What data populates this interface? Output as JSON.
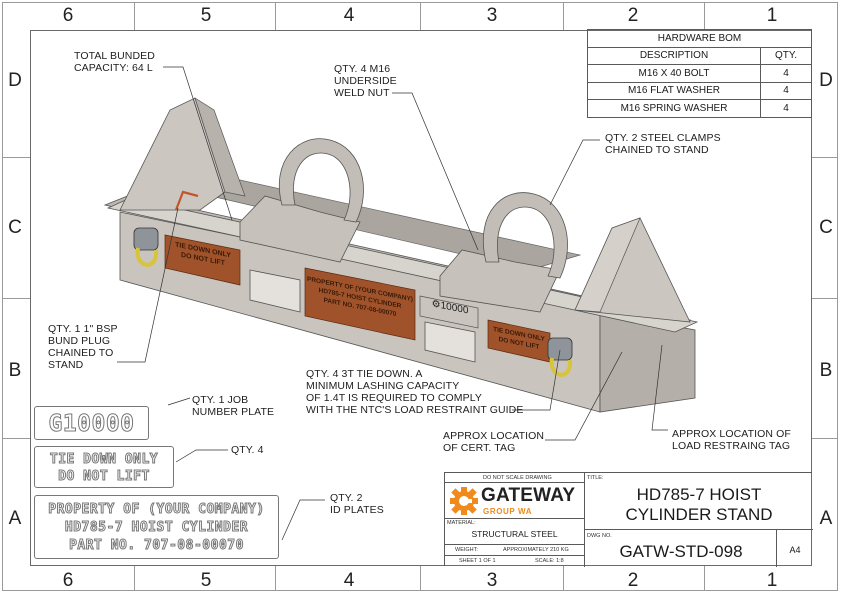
{
  "drawing": {
    "col_labels": [
      "6",
      "5",
      "4",
      "3",
      "2",
      "1"
    ],
    "row_labels": [
      "D",
      "C",
      "B",
      "A"
    ]
  },
  "bom": {
    "title": "HARDWARE BOM",
    "headers": [
      "DESCRIPTION",
      "QTY."
    ],
    "rows": [
      {
        "description": "M16 X 40 BOLT",
        "qty": "4"
      },
      {
        "description": "M16 FLAT WASHER",
        "qty": "4"
      },
      {
        "description": "M16 SPRING WASHER",
        "qty": "4"
      }
    ]
  },
  "callouts": {
    "bund": [
      "TOTAL BUNDED",
      "CAPACITY: 64 L"
    ],
    "weld_nut": [
      "QTY. 4 M16",
      "UNDERSIDE",
      "WELD NUT"
    ],
    "clamps": [
      "QTY. 2 STEEL CLAMPS",
      "CHAINED TO STAND"
    ],
    "bung": [
      "QTY. 1 1\" BSP",
      "BUND PLUG",
      "CHAINED TO",
      "STAND"
    ],
    "tie_down": [
      "QTY. 4 3T TIE DOWN. A",
      "MINIMUM LASHING CAPACITY",
      "OF 1.4T IS REQUIRED TO COMPLY",
      "WITH THE NTC'S LOAD RESTRAINT GUIDE"
    ],
    "job_plate": [
      "QTY. 1 JOB",
      "NUMBER PLATE"
    ],
    "qty4": [
      "QTY. 4"
    ],
    "id_plates": [
      "QTY. 2",
      "ID PLATES"
    ],
    "cert_tag": [
      "APPROX LOCATION",
      "OF CERT. TAG"
    ],
    "restraint_tag": [
      "APPROX LOCATION OF",
      "LOAD RESTRAING TAG"
    ]
  },
  "plates": {
    "job_number": "10000",
    "tie_down": [
      "TIE DOWN ONLY",
      "DO NOT LIFT"
    ],
    "property": [
      "PROPERTY OF (YOUR COMPANY)",
      "HD785-7 HOIST CYLINDER",
      "PART NO. 707-08-00070"
    ]
  },
  "model_labels": {
    "tie_down": [
      "TIE DOWN ONLY",
      "DO NOT LIFT"
    ],
    "property": [
      "PROPERTY OF (YOUR COMPANY)",
      "HD785-7 HOIST CYLINDER",
      "PART NO. 707-08-00070"
    ],
    "job": "10000"
  },
  "title_block": {
    "do_not_scale": "DO NOT SCALE DRAWING",
    "company": "GATEWAY",
    "company_sub": "GROUP WA",
    "title_label": "TITLE:",
    "title_line1": "HD785-7 HOIST",
    "title_line2": "CYLINDER STAND",
    "material_label": "MATERIAL:",
    "material": "STRUCTURAL STEEL",
    "weight_label": "WEIGHT:",
    "weight": "APPROXIMATELY 210 KG",
    "dwg_label": "DWG NO.",
    "dwg_no": "GATW-STD-098",
    "size": "A4",
    "sheet": "SHEET 1 OF 1",
    "scale": "SCALE: 1:8"
  },
  "colors": {
    "logo_orange": "#f08a1c",
    "steel": "#c9c4bd",
    "plate_brown": "#a0532a"
  }
}
